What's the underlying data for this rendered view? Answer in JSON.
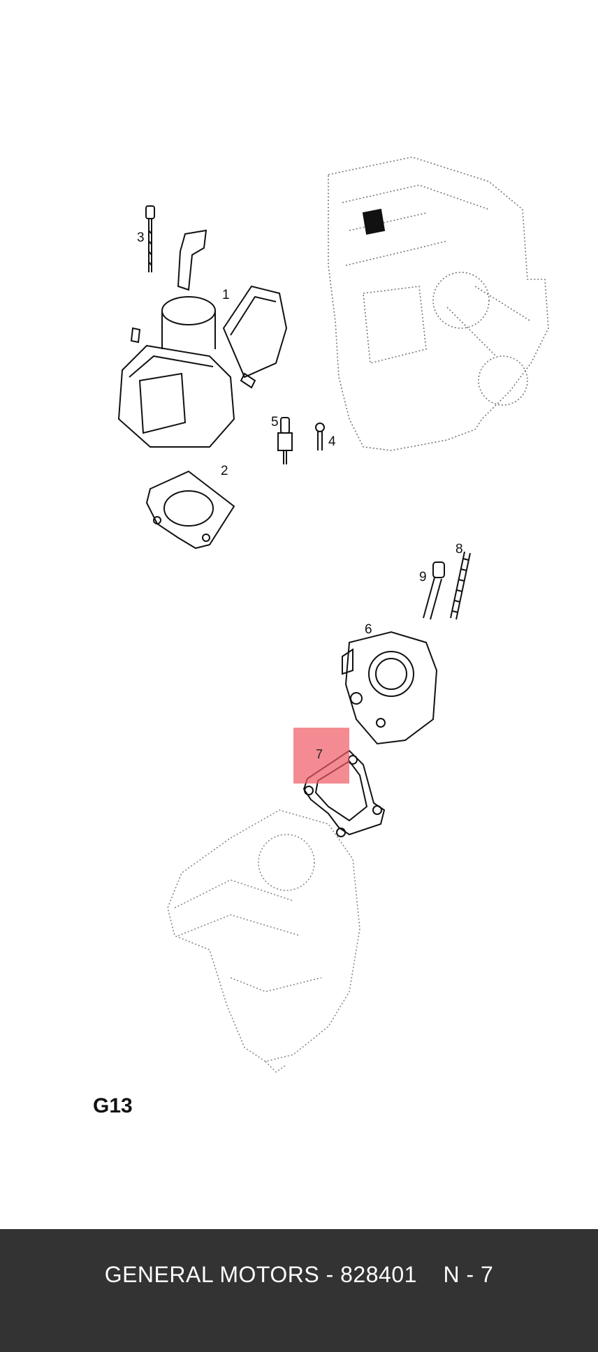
{
  "diagram": {
    "callouts": [
      "1",
      "2",
      "3",
      "4",
      "5",
      "6",
      "7",
      "8",
      "9"
    ],
    "caption": "G13",
    "highlight": {
      "label": "7",
      "color": "#f05a64"
    }
  },
  "footer": {
    "brand": "GENERAL MOTORS",
    "separator": " - ",
    "part_number": "828401",
    "reference": "N - 7"
  },
  "colors": {
    "footer_bg": "#333333",
    "footer_text": "#ffffff",
    "highlight": "#f05a64"
  }
}
